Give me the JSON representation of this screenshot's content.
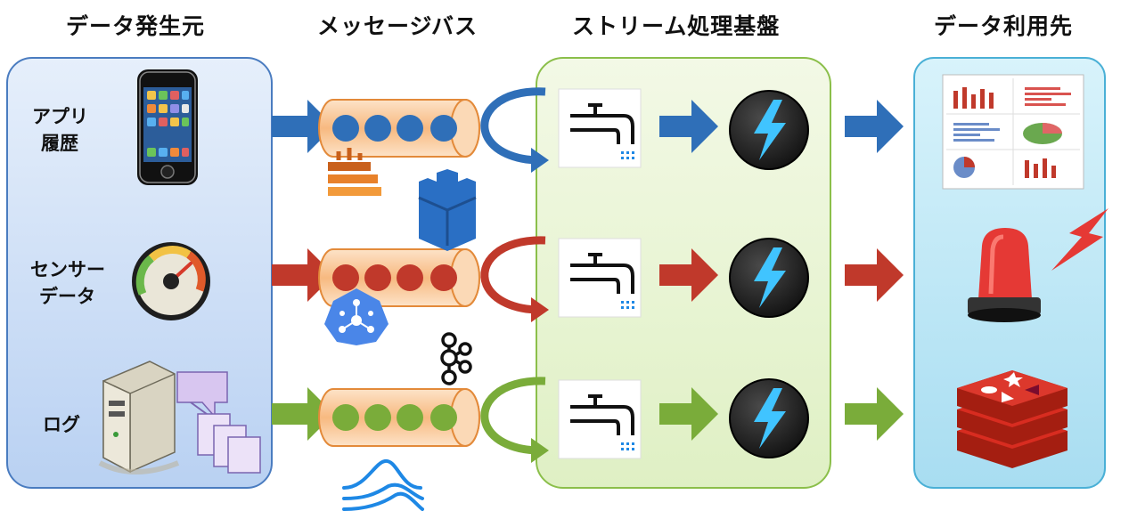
{
  "headers": {
    "sources": "データ発生元",
    "bus": "メッセージバス",
    "stream": "ストリーム処理基盤",
    "sinks": "データ利用先"
  },
  "sources": {
    "app_history_line1": "アプリ",
    "app_history_line2": "履歴",
    "sensor_line1": "センサー",
    "sensor_line2": "データ",
    "log": "ログ"
  },
  "colors": {
    "blue": "#2f6fb8",
    "red": "#c0392b",
    "green": "#7aac3a",
    "source_panel": "#cfe0f7",
    "stream_panel": "#eaf5d6",
    "sink_panel": "#bfe8f6",
    "queue_fill": "#f7c79a"
  },
  "icons": [
    "smartphone-icon",
    "speedometer-icon",
    "server-icon",
    "documents-icon",
    "kinesis-icon",
    "amazon-mq-icon",
    "pubsub-icon",
    "kafka-icon",
    "flink-icon",
    "faucet-icon",
    "lambda-bolt-icon",
    "charts-report-icon",
    "alarm-light-icon",
    "redis-icon"
  ]
}
